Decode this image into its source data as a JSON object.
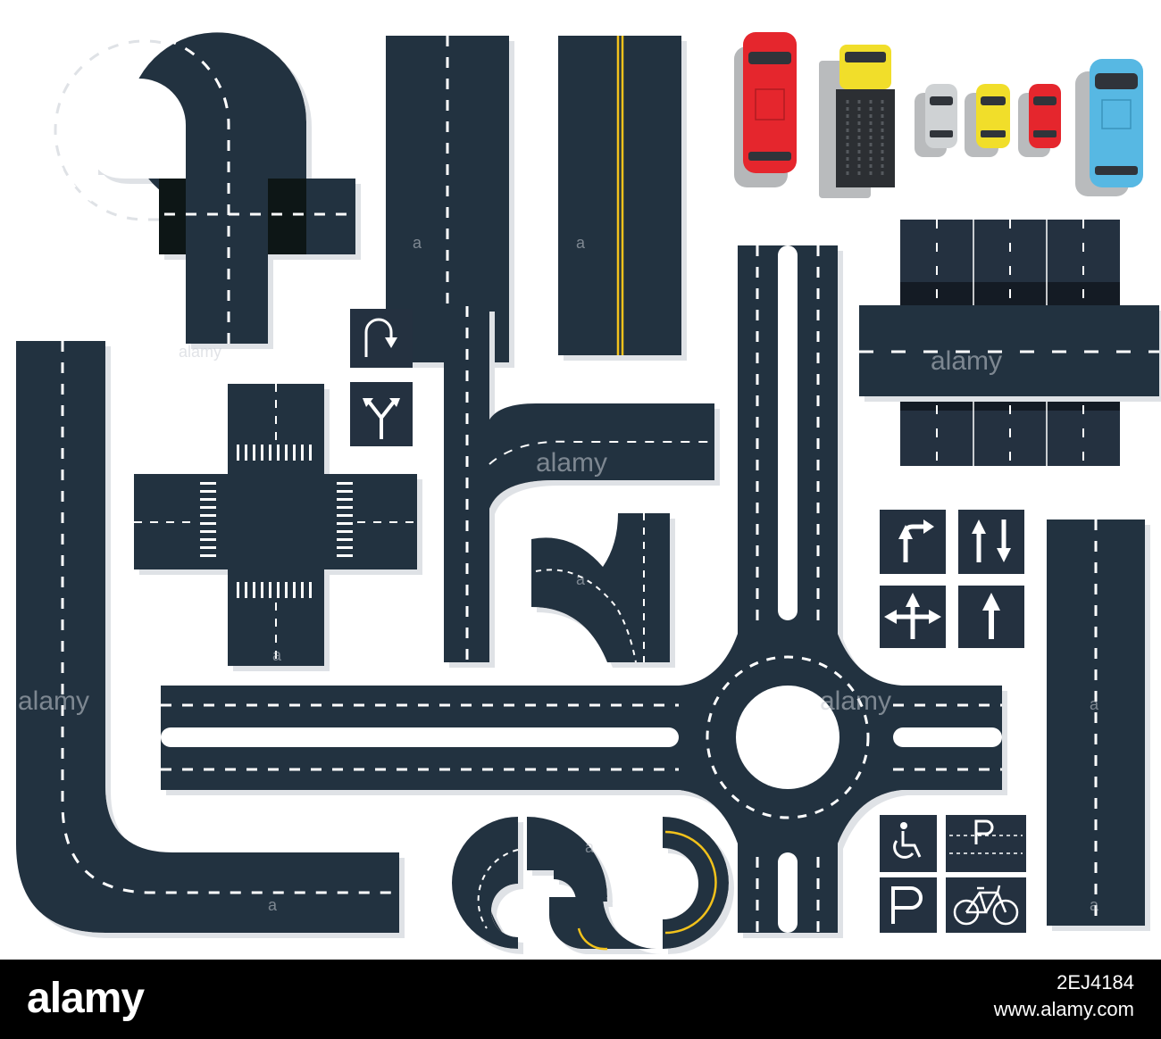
{
  "watermark": {
    "text": "alamy",
    "small_text": "a"
  },
  "footer": {
    "logo": "alamy",
    "image_id": "2EJ4184",
    "site": "www.alamy.com"
  },
  "colors": {
    "asphalt": "#243140",
    "line_white": "#ffffff",
    "line_yellow": "#f2c21b",
    "footer_bg": "#000000",
    "car_red": "#e5262d",
    "car_yellow": "#f1de2a",
    "car_blue": "#57b8e3",
    "car_silver": "#cfd2d4"
  },
  "icons": [
    "u-turn-icon",
    "fork-arrow-icon",
    "straight-right-arrow-icon",
    "two-way-arrow-icon",
    "three-way-arrow-icon",
    "up-arrow-icon",
    "wheelchair-icon",
    "parking-p-icon",
    "bicycle-icon"
  ]
}
